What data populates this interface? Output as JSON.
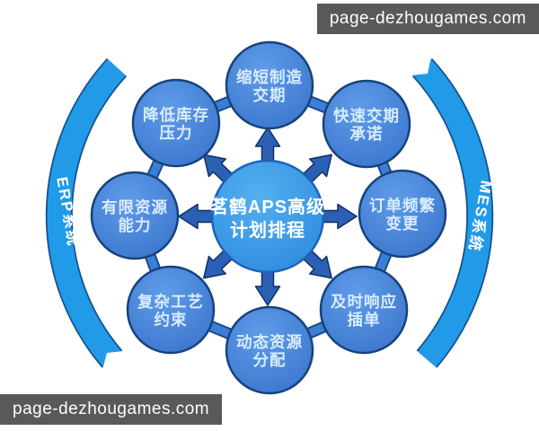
{
  "watermark": {
    "text": "page-dezhougames.com"
  },
  "center": {
    "line1": "茗鹤APS高级",
    "line2": "计划排程"
  },
  "nodes": [
    {
      "id": "top",
      "line1": "缩短制造",
      "line2": "交期"
    },
    {
      "id": "top-right",
      "line1": "快速交期",
      "line2": "承诺"
    },
    {
      "id": "right",
      "line1": "订单频繁",
      "line2": "变更"
    },
    {
      "id": "bottom-right",
      "line1": "及时响应",
      "line2": "插单"
    },
    {
      "id": "bottom",
      "line1": "动态资源",
      "line2": "分配"
    },
    {
      "id": "bottom-left",
      "line1": "复杂工艺",
      "line2": "约束"
    },
    {
      "id": "left",
      "line1": "有限资源",
      "line2": "能力"
    },
    {
      "id": "top-left",
      "line1": "降低库存",
      "line2": "压力"
    }
  ],
  "side_bands": {
    "left": "ERP系统",
    "right": "MES系统"
  },
  "colors": {
    "node_fill": "#4080d6",
    "node_fill_light": "#5f9ce8",
    "node_border": "#16437e",
    "center_fill": "#2e8fe0",
    "center_fill_light": "#55b0f0",
    "center_border": "#1e62b8",
    "arrow_fill": "#2b60b4",
    "arrow_border": "#0f2f66",
    "connector_fill": "#3b7fd4",
    "connector_border": "#1a4890",
    "band_fill": "#219ae8",
    "band_border": "#14518f",
    "node_text": "#d9ecff",
    "center_text": "#ffffff",
    "watermark_bg": "#58595b",
    "watermark_text": "#ffffff"
  }
}
